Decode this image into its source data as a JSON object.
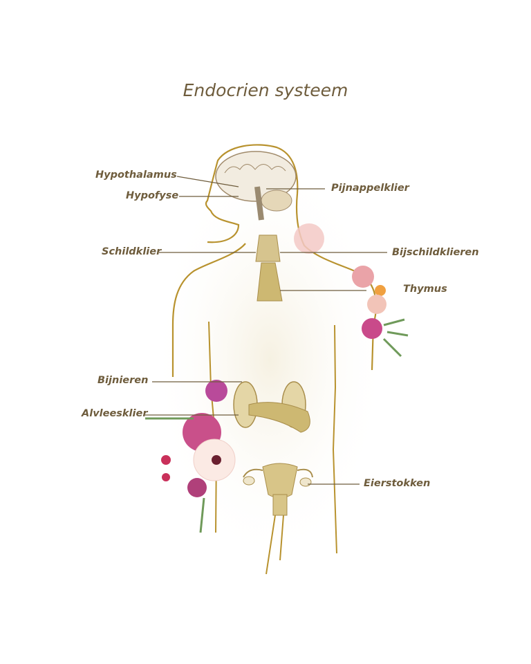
{
  "title": "Endocrien systeem",
  "labels": {
    "hypothalamus": "Hypothalamus",
    "hypofyse": "Hypofyse",
    "pijnappelklier": "Pijnappelklier",
    "schildklier": "Schildklier",
    "bijschildklieren": "Bijschildklieren",
    "thymus": "Thymus",
    "bijnieren": "Bijnieren",
    "alvleesklier": "Alvleesklier",
    "eierstokken": "Eierstokken"
  },
  "colors": {
    "gold": "#b8922e",
    "text": "#6e5c3c",
    "pink": "#c94a8a",
    "blush": "#f1c6c8",
    "leaf": "#6f9a5a"
  }
}
